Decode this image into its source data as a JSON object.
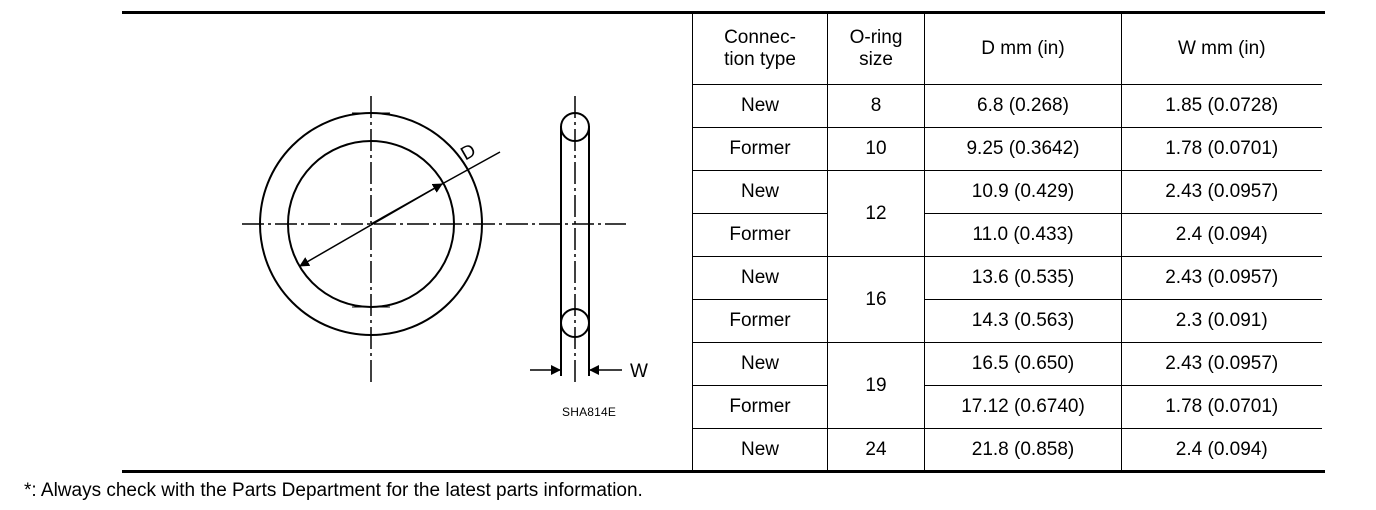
{
  "figure": {
    "id": "SHA814E",
    "label_d": "D",
    "label_w": "W"
  },
  "table": {
    "headers": [
      "Connec-\ntion type",
      "O-ring\nsize",
      "D    mm (in)",
      "W    mm (in)"
    ],
    "rows": [
      {
        "connection": "New",
        "size": "8",
        "d": "6.8 (0.268)",
        "w": "1.85 (0.0728)"
      },
      {
        "connection": "Former",
        "size": "10",
        "d": "9.25 (0.3642)",
        "w": "1.78 (0.0701)"
      },
      {
        "connection": "New",
        "size": "12",
        "d": "10.9 (0.429)",
        "w": "2.43 (0.0957)"
      },
      {
        "connection": "Former",
        "size": "",
        "d": "11.0 (0.433)",
        "w": "2.4 (0.094)"
      },
      {
        "connection": "New",
        "size": "16",
        "d": "13.6 (0.535)",
        "w": "2.43 (0.0957)"
      },
      {
        "connection": "Former",
        "size": "",
        "d": "14.3 (0.563)",
        "w": "2.3 (0.091)"
      },
      {
        "connection": "New",
        "size": "19",
        "d": "16.5 (0.650)",
        "w": "2.43 (0.0957)"
      },
      {
        "connection": "Former",
        "size": "",
        "d": "17.12 (0.6740)",
        "w": "1.78 (0.0701)"
      },
      {
        "connection": "New",
        "size": "24",
        "d": "21.8 (0.858)",
        "w": "2.4 (0.094)"
      }
    ]
  },
  "footnote": "*: Always check with the Parts Department for the latest parts information."
}
